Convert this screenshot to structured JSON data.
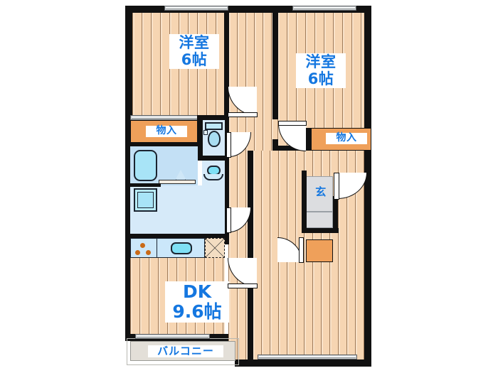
{
  "plan": {
    "type": "japanese-apartment-floor-plan",
    "layout_name": "2DK",
    "background_color": "#ffffff",
    "wall_color": "#111111",
    "floor_color": "#f6d5b2",
    "wet_area_color": "#d6eaf9",
    "closet_color": "#efa05a",
    "genkan_color": "#dcdde0",
    "balcony_color": "#e3dfd8",
    "label_color": "#1577e0"
  },
  "rooms": {
    "bedroom_left": {
      "name": "洋室",
      "size": "6帖"
    },
    "bedroom_right": {
      "name": "洋室",
      "size": "6帖"
    },
    "living": {
      "name": "DK",
      "size": "9.6帖"
    },
    "closet_left": {
      "name": "物入"
    },
    "closet_right": {
      "name": "物入"
    },
    "entrance": {
      "name": "玄"
    },
    "balcony": {
      "name": "バルコニー"
    }
  },
  "fixtures": {
    "bathtub": "bathtub",
    "washing_machine": "washing-machine-space",
    "toilet": "toilet",
    "washbasin": "washbasin",
    "kitchen_sink": "kitchen-sink",
    "stove": "gas-stove-3-burner",
    "pantry": "pantry-storage",
    "shoe_box": "shoe-box"
  }
}
